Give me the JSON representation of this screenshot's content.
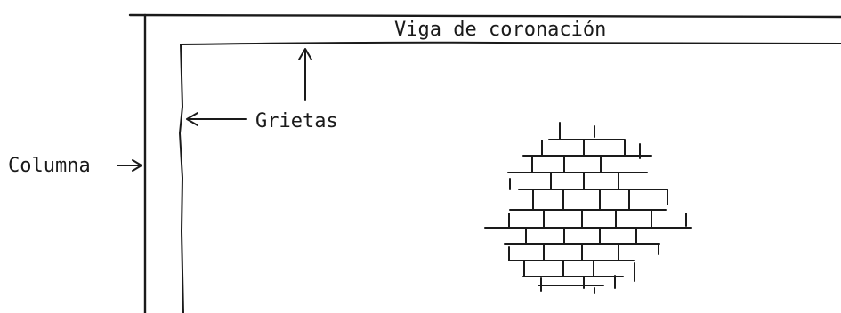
{
  "labels": {
    "beam": "Viga de coronación",
    "cracks": "Grietas",
    "column": "Columna"
  },
  "colors": {
    "ink": "#1a1a1a",
    "background": "#ffffff"
  }
}
